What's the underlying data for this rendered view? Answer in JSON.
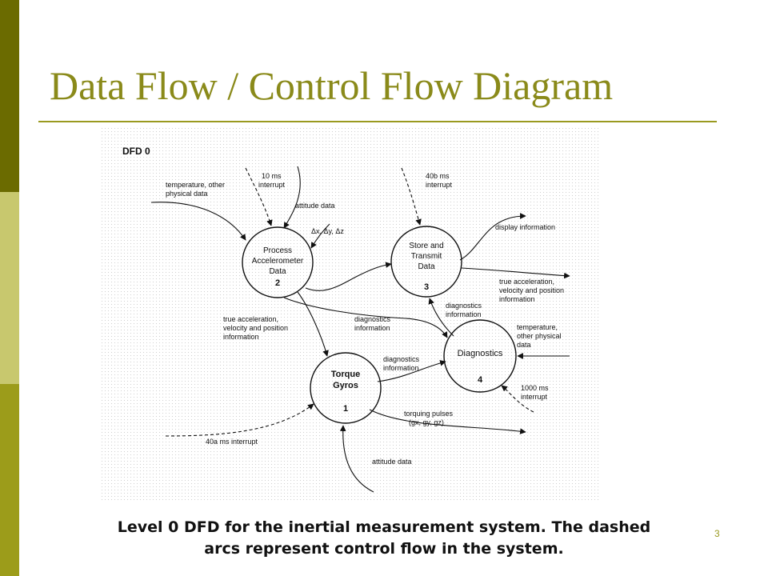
{
  "slide": {
    "title": "Data Flow / Control Flow Diagram",
    "number": "3",
    "caption_line1": "Level 0 DFD for the inertial measurement system. The dashed",
    "caption_line2": "arcs represent control flow in the system.",
    "colors": {
      "accent": "#8a8a1a",
      "bar_dark": "#6b6b00",
      "bar_light": "#c8c86e",
      "bar_mid": "#9c9c1a"
    }
  },
  "diagram": {
    "heading": "DFD 0",
    "processes": [
      {
        "line1": "Process",
        "line2": "Accelerometer",
        "line3": "Data",
        "number": "2"
      },
      {
        "line1": "Store and",
        "line2": "Transmit",
        "line3": "Data",
        "number": "3"
      },
      {
        "line1": "Diagnostics",
        "number": "4"
      },
      {
        "line1": "Torque",
        "line2": "Gyros",
        "number": "1"
      }
    ],
    "labels": {
      "temp1_l1": "temperature, other",
      "temp1_l2": "physical data",
      "int10_l1": "10 ms",
      "int10_l2": "interrupt",
      "attitude1": "attitude data",
      "delta": "Δx, Δy, Δz",
      "int40b_l1": "40b ms",
      "int40b_l2": "interrupt",
      "display": "display information",
      "trueacc1_l1": "true acceleration,",
      "trueacc1_l2": "velocity and position",
      "trueacc1_l3": "information",
      "diag1_l1": "diagnostics",
      "diag1_l2": "information",
      "diag2_l1": "diagnostics",
      "diag2_l2": "information",
      "trueacc2_l1": "true acceleration,",
      "trueacc2_l2": "velocity and position",
      "trueacc2_l3": "information",
      "temp2_l1": "temperature,",
      "temp2_l2": "other physical",
      "temp2_l3": "data",
      "diag3_l1": "diagnostics",
      "diag3_l2": "information",
      "int1000_l1": "1000 ms",
      "int1000_l2": "interrupt",
      "torquing_l1": "torquing pulses",
      "torquing_l2": "(gx, gy, gz)",
      "int40a": "40a ms interrupt",
      "attitude2": "attitude data"
    }
  }
}
